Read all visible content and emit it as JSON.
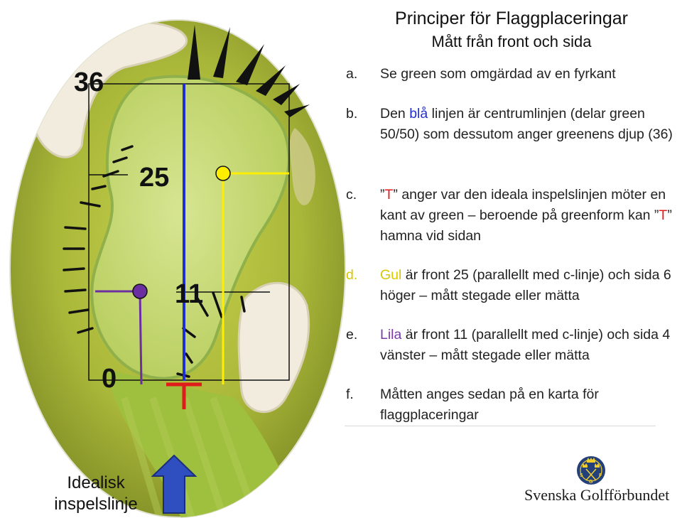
{
  "title": "Principer för Flaggplaceringar",
  "subtitle": "Mått från front och sida",
  "items": [
    {
      "letter": "a.",
      "parts": [
        {
          "t": "Se green som omgärdad av en fyrkant",
          "c": ""
        }
      ]
    },
    {
      "letter": "b.",
      "parts": [
        {
          "t": "Den ",
          "c": ""
        },
        {
          "t": "blå",
          "c": "blue"
        },
        {
          "t": " linjen är centrumlinjen (delar green 50/50) som dessutom anger greenens djup (36)",
          "c": ""
        }
      ]
    },
    {
      "letter": "c.",
      "parts": [
        {
          "t": "”",
          "c": ""
        },
        {
          "t": "T",
          "c": "red"
        },
        {
          "t": "” anger var den ideala inspelslinjen möter en kant av green – beroende på greenform kan ”",
          "c": ""
        },
        {
          "t": "T",
          "c": "red"
        },
        {
          "t": "” hamna vid sidan",
          "c": ""
        }
      ]
    },
    {
      "letter": "d.",
      "letter_color": "yellow",
      "parts": [
        {
          "t": "Gul",
          "c": "yellow"
        },
        {
          "t": " är front 25 (parallellt med c-linje) och sida 6 höger – mått stegade eller mätta",
          "c": ""
        }
      ]
    },
    {
      "letter": "e.",
      "parts": [
        {
          "t": "Lila",
          "c": "purple"
        },
        {
          "t": " är front 11 (parallellt med c-linje) och sida 4 vänster – mått stegade eller mätta",
          "c": ""
        }
      ]
    },
    {
      "letter": "f.",
      "parts": [
        {
          "t": "Måtten anges sedan på en karta för flaggplaceringar",
          "c": ""
        }
      ]
    }
  ],
  "diagram": {
    "labels": {
      "depth": "36",
      "front_yellow": "25",
      "front_purple": "11",
      "zero": "0",
      "tee": "T"
    },
    "colors": {
      "blue": "#1f2fd0",
      "yellow": "#ffee00",
      "purple": "#6b2fa0",
      "red": "#e01b1b",
      "green": "#b8cf4a"
    }
  },
  "ideal_line_label": "Idealisk inspelslinje",
  "logo": {
    "name": "Svenska Golfförbundet",
    "badge_letters": [
      "S",
      "G",
      "F"
    ],
    "icon": "three-crowns-golf-crest-icon"
  }
}
